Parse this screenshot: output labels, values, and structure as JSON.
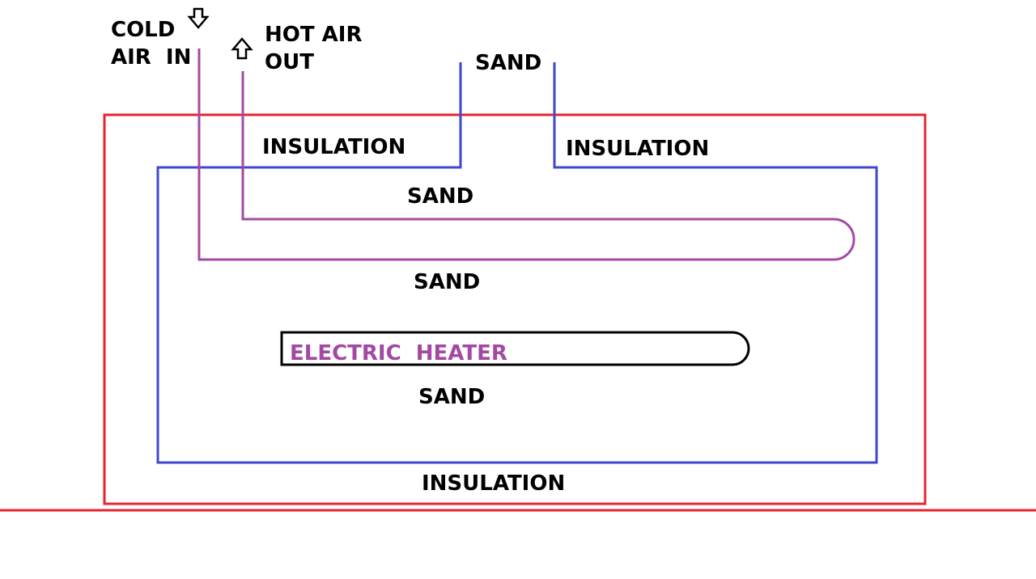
{
  "colors": {
    "insulation_outline": "#e8232e",
    "sand_outline": "#3f48cc",
    "air_pipe": "#a349a4",
    "heater_outline": "#000000",
    "text": "#000000",
    "heater_text": "#a349a4"
  },
  "labels": {
    "cold_air_in_line1": "COLD",
    "cold_air_in_line2": "AIR  IN",
    "hot_air_out_line1": "HOT AIR",
    "hot_air_out_line2": "OUT",
    "sand_top": "SAND",
    "insulation_top_left": "INSULATION",
    "insulation_top_right": "INSULATION",
    "sand_upper": "SAND",
    "sand_middle": "SAND",
    "electric_heater": "ELECTRIC  HEATER",
    "sand_lower": "SAND",
    "insulation_bottom": "INSULATION"
  },
  "icons": {
    "cold_air_arrow": "arrow-down-icon",
    "hot_air_arrow": "arrow-up-icon"
  }
}
